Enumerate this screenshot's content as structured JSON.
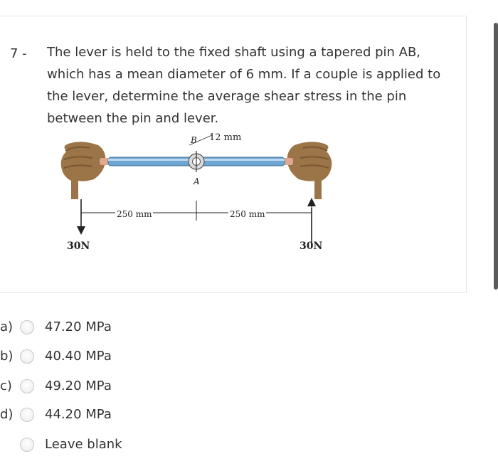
{
  "question": {
    "number": "7 -",
    "text": "The lever is held to the fixed shaft using a tapered pin AB, which has a mean diameter of 6 mm. If a couple is applied to the lever, determine the average shear stress in the pin between the pin and lever."
  },
  "figure": {
    "point_b": "B",
    "point_a": "A",
    "pin_dim": "12 mm",
    "left_dim": "250 mm",
    "right_dim": "250 mm",
    "left_force": "30N",
    "right_force": "30N"
  },
  "options": [
    {
      "letter": "a)",
      "text": "47.20 MPa",
      "selected": false
    },
    {
      "letter": "b)",
      "text": "40.40 MPa",
      "selected": false
    },
    {
      "letter": "c)",
      "text": "49.20 MPa",
      "selected": false
    },
    {
      "letter": "d)",
      "text": "44.20 MPa",
      "selected": false
    },
    {
      "letter": "",
      "text": "Leave blank",
      "selected": false
    }
  ],
  "colors": {
    "lever": "#6fa6d1",
    "hand": "#9b7447",
    "accent_arrow": "#222222"
  }
}
